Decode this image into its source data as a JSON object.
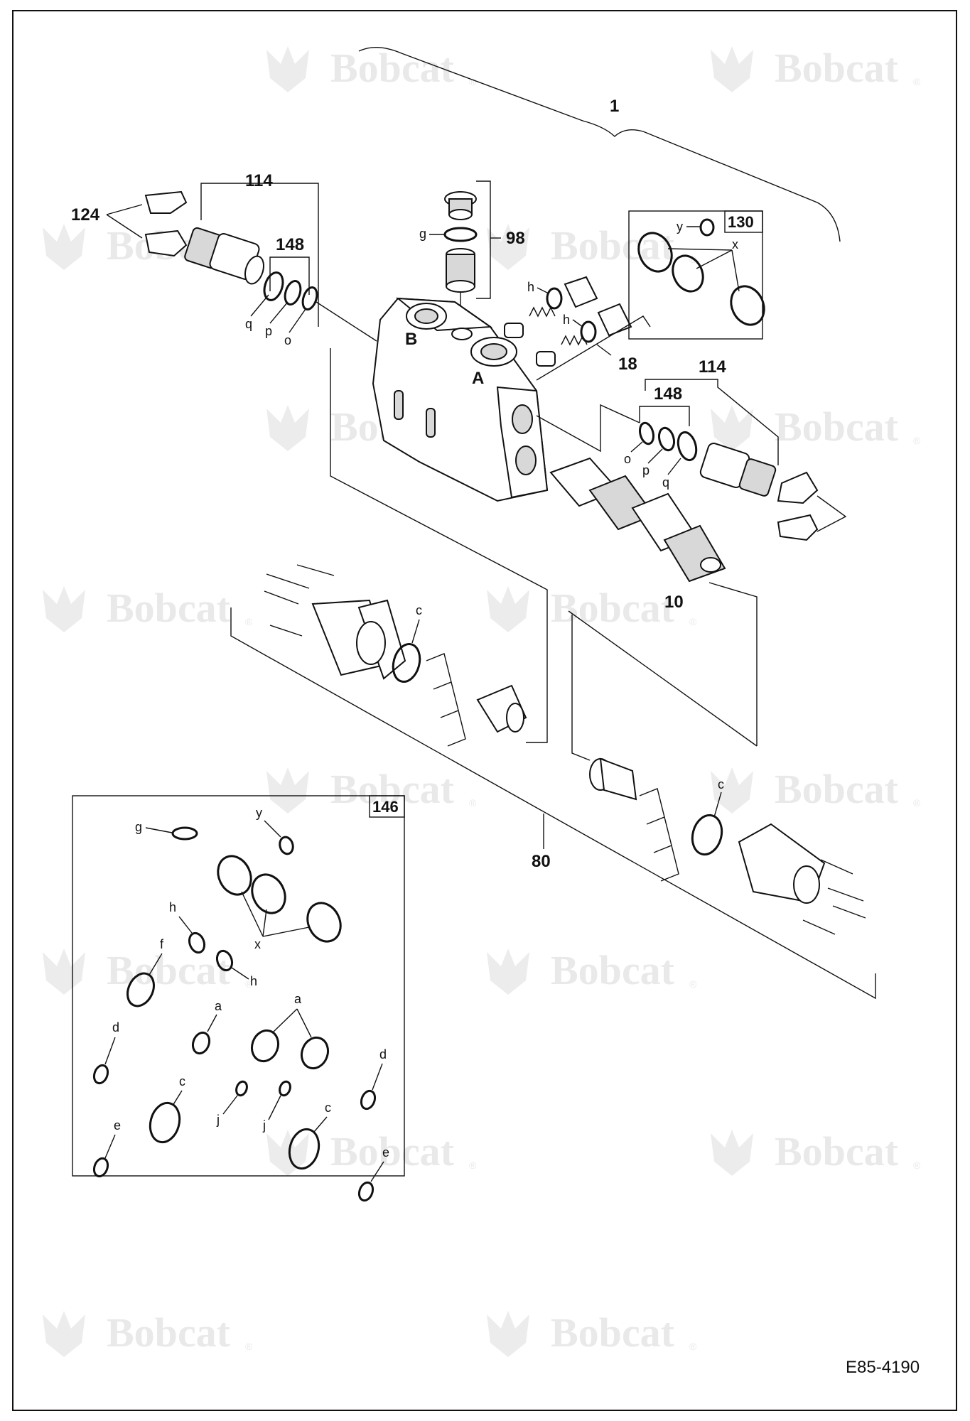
{
  "diagram": {
    "watermark_text": "Bobcat",
    "watermark_reg": "®",
    "doc_id": "E85-4190",
    "callouts": {
      "assembly": "1",
      "n124": "124",
      "n114_left": "114",
      "n148_left": "148",
      "n98": "98",
      "n130": "130",
      "n18": "18",
      "n114_right": "114",
      "n148_right": "148",
      "n10": "10",
      "n80": "80",
      "n146": "146"
    },
    "port_labels": {
      "b": "B",
      "a": "A"
    },
    "letters": {
      "g_top": "g",
      "h1": "h",
      "h2": "h",
      "y_top": "y",
      "x_top": "x",
      "q_left": "q",
      "p_left": "p",
      "o_left": "o",
      "o_right": "o",
      "p_right": "p",
      "q_right": "q",
      "c_left": "c",
      "c_right": "c",
      "k_g": "g",
      "k_y": "y",
      "k_h1": "h",
      "k_h2": "h",
      "k_x": "x",
      "k_f": "f",
      "k_a1": "a",
      "k_a2": "a",
      "k_d1": "d",
      "k_d2": "d",
      "k_c1": "c",
      "k_c2": "c",
      "k_j1": "j",
      "k_j2": "j",
      "k_e1": "e",
      "k_e2": "e"
    }
  }
}
